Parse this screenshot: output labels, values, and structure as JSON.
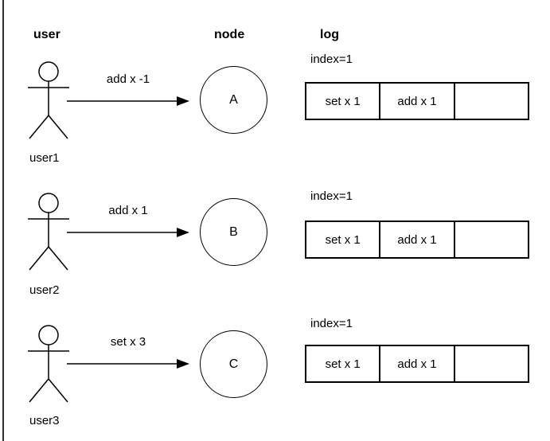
{
  "columns": {
    "user": "user",
    "node": "node",
    "log": "log"
  },
  "rows": [
    {
      "user_label": "user1",
      "message": "add x -1",
      "node_label": "A",
      "log": {
        "index_label": "index=1",
        "entries": [
          "set x 1",
          "add x 1",
          ""
        ]
      }
    },
    {
      "user_label": "user2",
      "message": "add x 1",
      "node_label": "B",
      "log": {
        "index_label": "index=1",
        "entries": [
          "set x 1",
          "add x 1",
          ""
        ]
      }
    },
    {
      "user_label": "user3",
      "message": "set x 3",
      "node_label": "C",
      "log": {
        "index_label": "index=1",
        "entries": [
          "set x 1",
          "add x 1",
          ""
        ]
      }
    }
  ],
  "colors": {
    "stroke": "#000000",
    "background": "#ffffff",
    "frame_border": "#2f2f2f"
  }
}
